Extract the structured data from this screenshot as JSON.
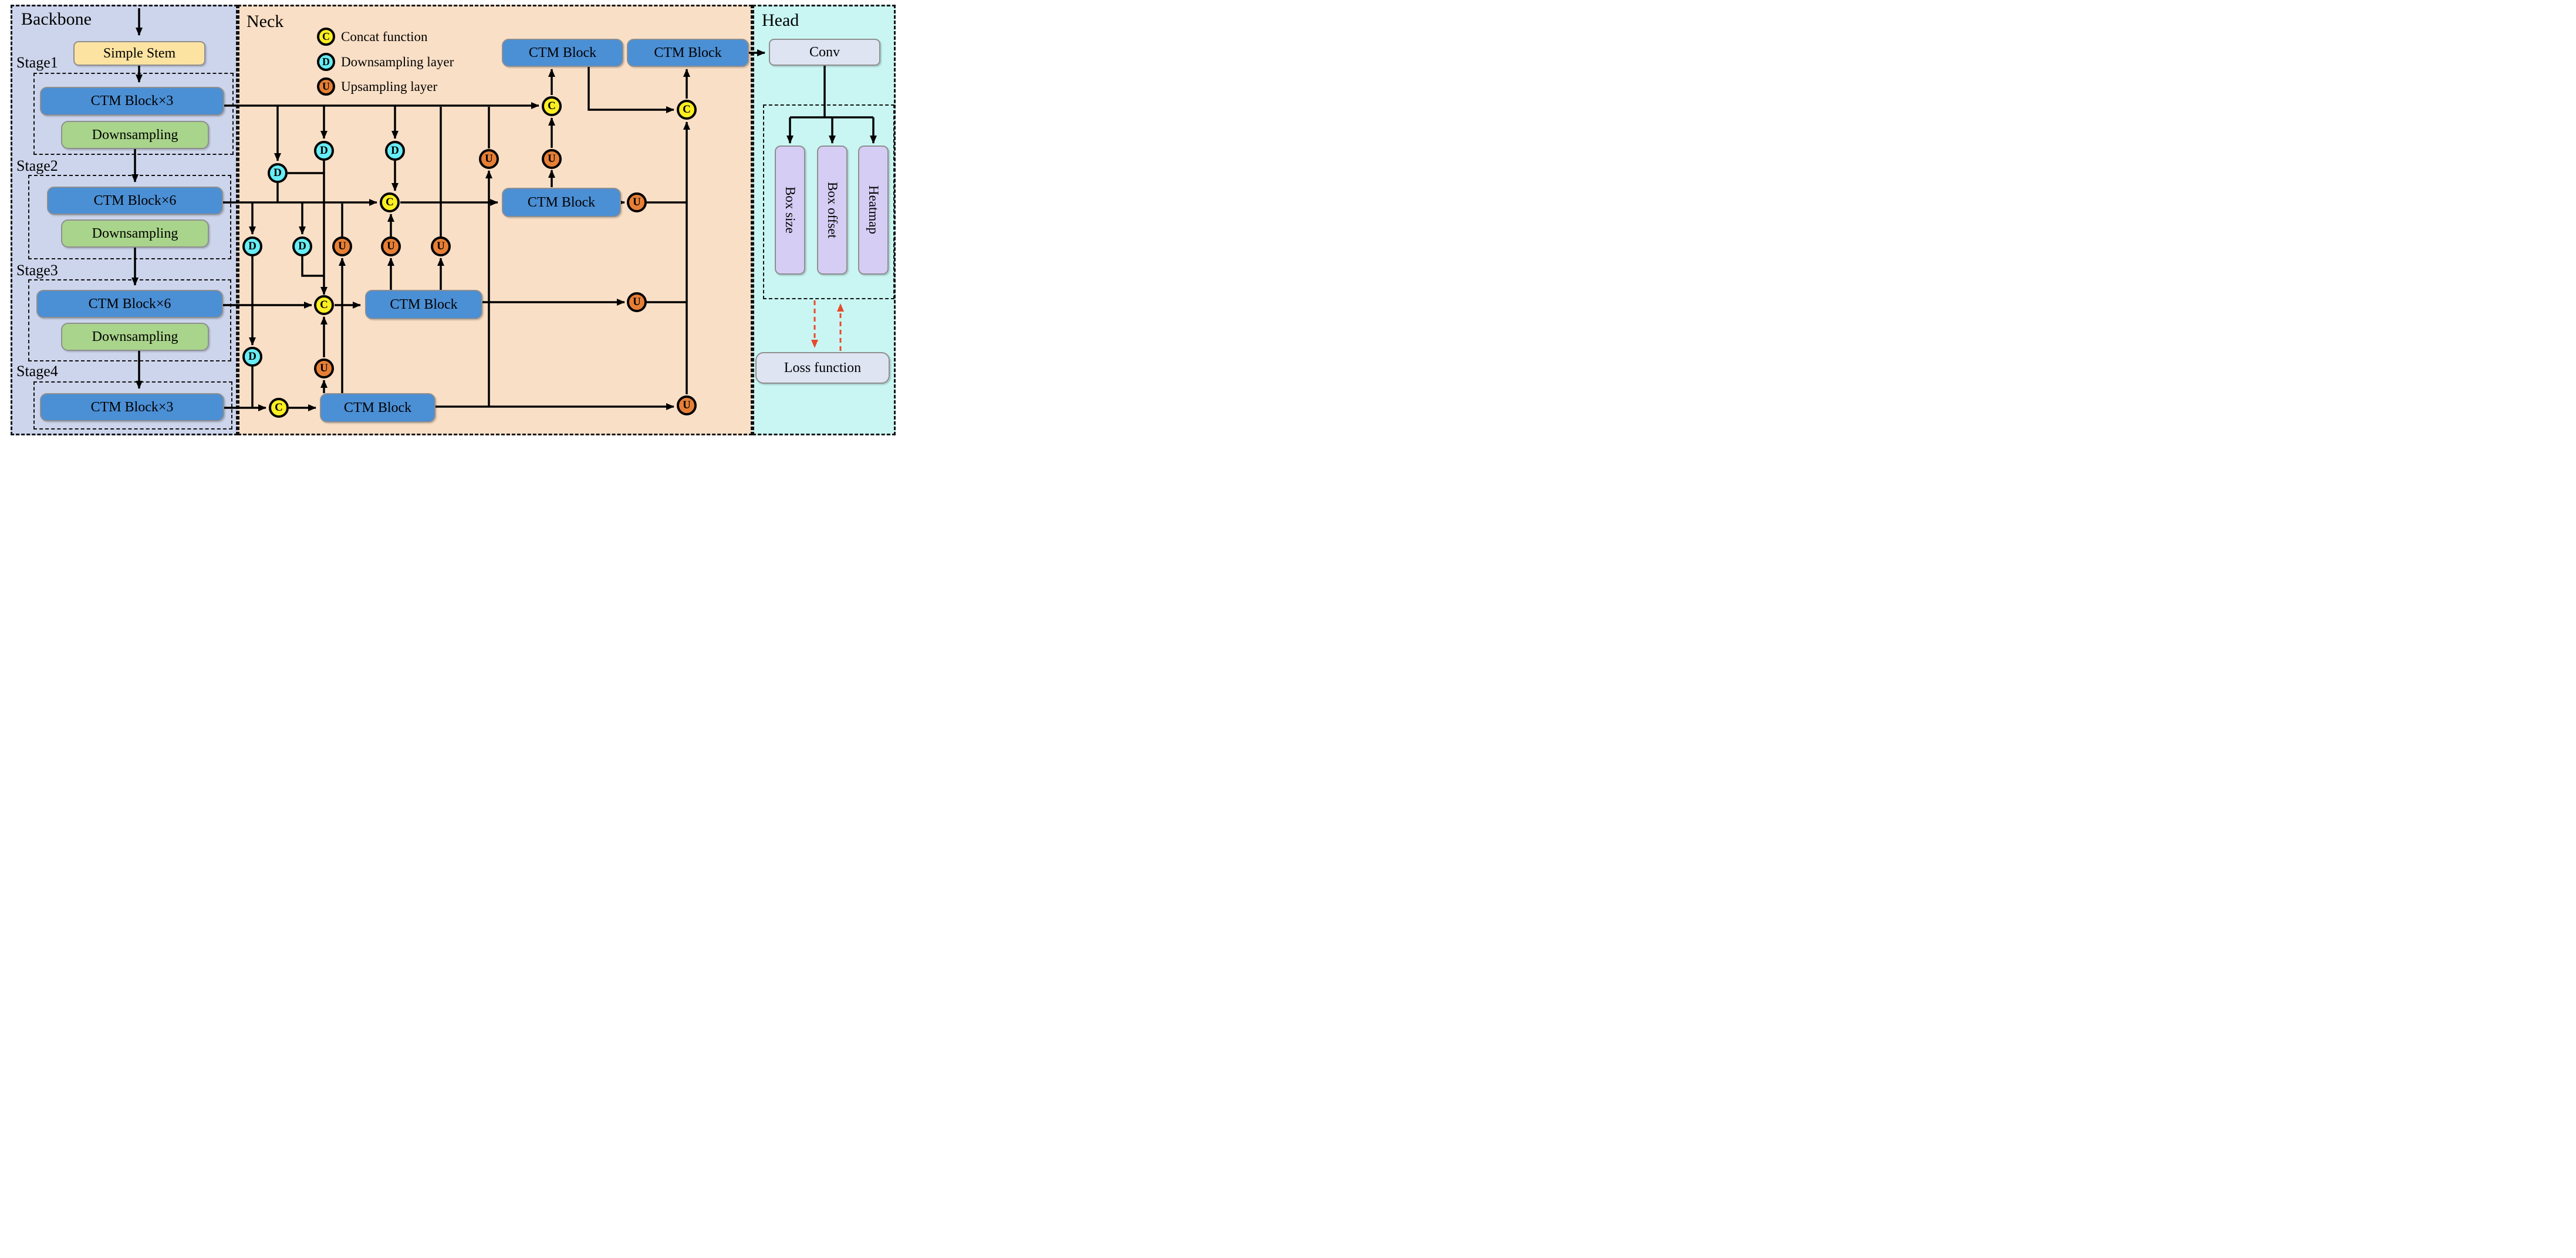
{
  "backbone": {
    "title": "Backbone",
    "stem": "Simple Stem",
    "stages": [
      {
        "label": "Stage1",
        "blocks": [
          "CTM Block×3",
          "Downsampling"
        ]
      },
      {
        "label": "Stage2",
        "blocks": [
          "CTM Block×6",
          "Downsampling"
        ]
      },
      {
        "label": "Stage3",
        "blocks": [
          "CTM Block×6",
          "Downsampling"
        ]
      },
      {
        "label": "Stage4",
        "blocks": [
          "CTM Block×3"
        ]
      }
    ]
  },
  "neck": {
    "title": "Neck",
    "block_label": "CTM Block",
    "legend": [
      {
        "symbol": "C",
        "label": "Concat function"
      },
      {
        "symbol": "D",
        "label": "Downsampling layer"
      },
      {
        "symbol": "U",
        "label": "Upsampling layer"
      }
    ]
  },
  "head": {
    "title": "Head",
    "conv": "Conv",
    "outputs": [
      "Box size",
      "Box offset",
      "Heatmap"
    ],
    "loss": "Loss function"
  },
  "colors": {
    "backbone_bg": "#cdd5ec",
    "neck_bg": "#f9dfc6",
    "head_bg": "#c9f6f3",
    "stem": "#fce3a1",
    "ctm_blue": "#4b8fd5",
    "downsampling_green": "#a9d48b",
    "concat_yellow": "#fbee21",
    "down_cyan": "#66edf5",
    "up_orange": "#e67f35",
    "head_box": "#dee4f2",
    "output_purple": "#d5cdf4",
    "loss_arrow_red": "#e8492b"
  }
}
